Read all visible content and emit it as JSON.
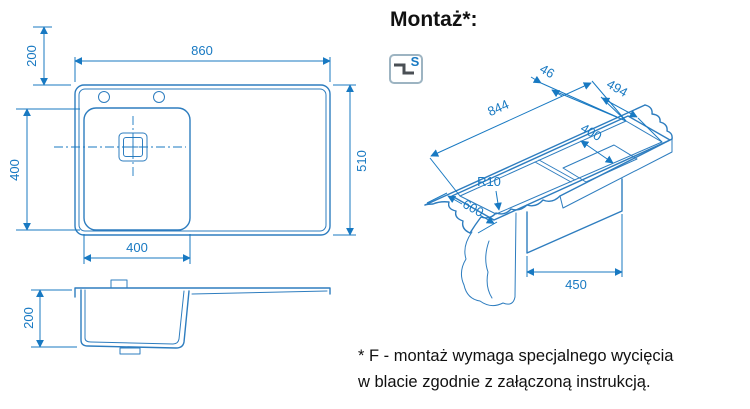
{
  "header": {
    "title": "Montaż*:"
  },
  "mounting_icon": {
    "letter": "S"
  },
  "footnote": {
    "line1": "* F - montaż wymaga specjalnego wycięcia",
    "line2": "w blacie zgodnie z załączoną instrukcją."
  },
  "top_view": {
    "overall_length": "860",
    "overall_width": "510",
    "edge_offset": "200",
    "bowl_width": "400",
    "bowl_length": "400"
  },
  "side_view": {
    "bowl_depth": "200"
  },
  "cutout_view": {
    "rim_offset": "46",
    "cutout_width": "494",
    "cutout_length": "844",
    "bowl_size": "400",
    "corner_radius": "R10",
    "worktop_depth": "600",
    "cabinet_width": "450"
  },
  "colors": {
    "drawing_blue": "#2e7dbf",
    "dimension_blue": "#1879c2",
    "text_black": "#111111",
    "icon_gray": "#4a4f54"
  }
}
